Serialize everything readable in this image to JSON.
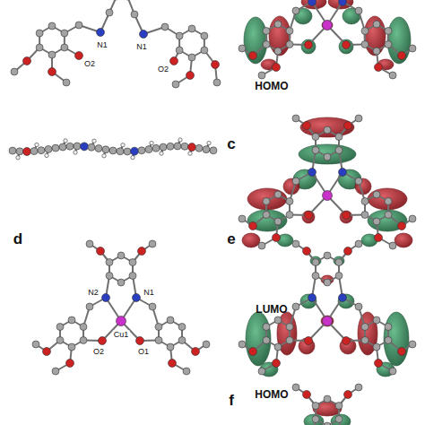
{
  "diagram": {
    "labels": [
      "N1",
      "O2",
      "N1",
      "O2",
      "HOMO",
      "c",
      "LUMO",
      "d",
      "N2",
      "N1",
      "O2",
      "Cu1",
      "O1",
      "e",
      "HOMO",
      "f"
    ]
  }
}
